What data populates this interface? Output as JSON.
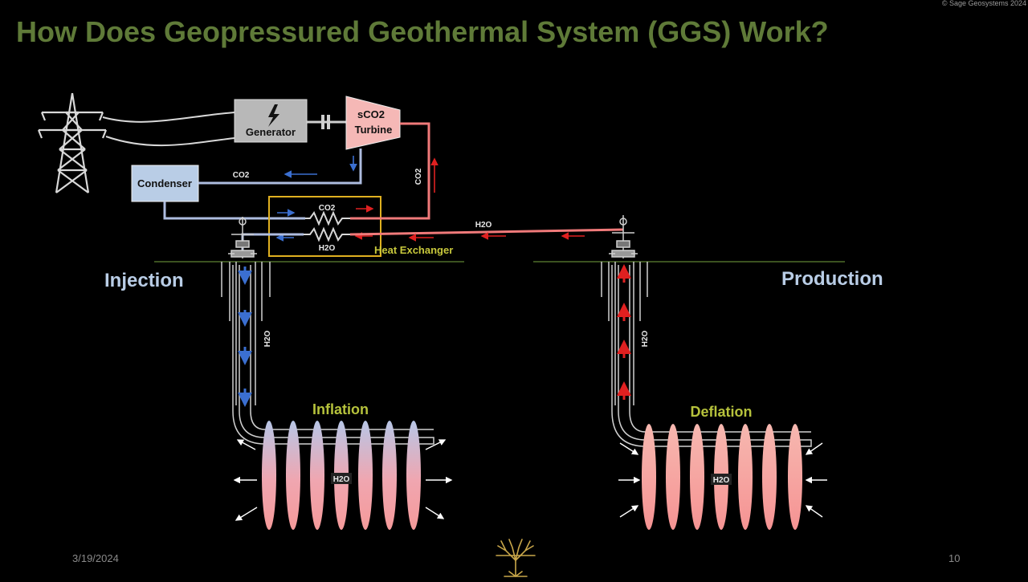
{
  "slide": {
    "title": "How Does Geopressured Geothermal System (GGS) Work?",
    "copyright": "© Sage Geosystems 2024",
    "date": "3/19/2024",
    "page_number": "10"
  },
  "diagram": {
    "generator_label": "Generator",
    "turbine_label_line1": "sCO2",
    "turbine_label_line2": "Turbine",
    "condenser_label": "Condenser",
    "heat_exchanger_label": "Heat Exchanger",
    "co2_label": "CO2",
    "h2o_label": "H2O",
    "injection_label": "Injection",
    "production_label": "Production",
    "inflation_label": "Inflation",
    "deflation_label": "Deflation",
    "colors": {
      "title": "#5f7a38",
      "cold_line": "#aebde0",
      "hot_line": "#f07a7a",
      "blue_arrow": "#3b6fd0",
      "red_arrow": "#e02020",
      "hx_box": "#e0b020",
      "ground": "#4f6d2a",
      "fracture_pink": "#f4a6a6",
      "fracture_blue": "#b9cde6"
    },
    "icons": [
      "transmission-tower-icon",
      "lightning-bolt-icon",
      "wellhead-icon",
      "tree-logo-icon"
    ]
  }
}
